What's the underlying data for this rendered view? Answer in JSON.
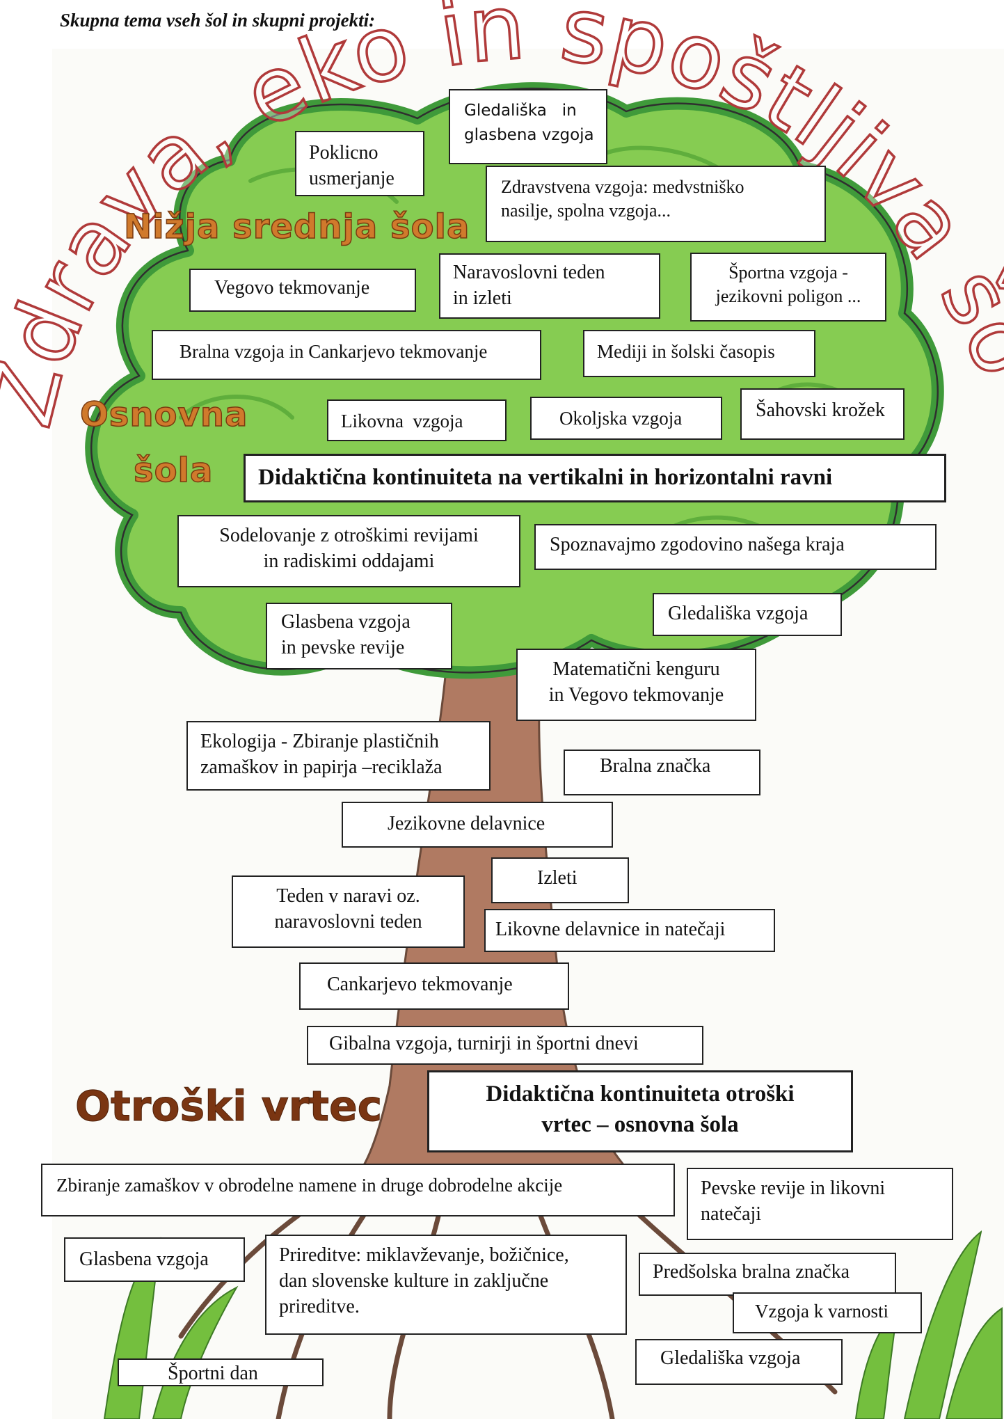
{
  "header": "Skupna tema vseh šol in skupni projekti:",
  "theme_title": "Zdrava, eko in spoštljiva šola!",
  "levels": {
    "nizja_srednja": "Nižja srednja šola",
    "osnovna_1": "Osnovna",
    "osnovna_2": "šola",
    "vrtec": "Otroški vrtec"
  },
  "continuity": {
    "school": "Didaktična kontinuiteta na vertikalni in horizontalni ravni",
    "kindergarten_1": "Didaktična kontinuiteta otroški",
    "kindergarten_2": "vrtec – osnovna šola"
  },
  "boxes": {
    "poklicno": [
      "Poklicno",
      "usmerjanje"
    ],
    "gledaliska_glasbena": [
      "Gledališka   in",
      "glasbena vzgoja"
    ],
    "zdravstvena": [
      "Zdravstvena vzgoja: medvstniško",
      "nasilje, spolna vzgoja..."
    ],
    "vegovo_1": "Vegovo tekmovanje",
    "naravoslovni_izleti": [
      "Naravoslovni teden",
      "in izleti"
    ],
    "sportna_poligon": [
      "Športna vzgoja -",
      "jezikovni poligon ..."
    ],
    "bralna_cankar": "Bralna vzgoja in Cankarjevo tekmovanje",
    "mediji": "Mediji in šolski časopis",
    "likovna": "Likovna  vzgoja",
    "okoljska": "Okoljska vzgoja",
    "sahovski": "Šahovski krožek",
    "sodelovanje": [
      "Sodelovanje z otroškimi revijami",
      "in radiskimi oddajami"
    ],
    "spoznavajmo": "Spoznavajmo zgodovino našega kraja",
    "glasbena_pevske": [
      "Glasbena vzgoja",
      "in pevske revije"
    ],
    "gledaliska_os": "Gledališka vzgoja",
    "kenguru": [
      "Matematični kenguru",
      "in Vegovo tekmovanje"
    ],
    "ekologija": [
      "Ekologija -  Zbiranje plastičnih",
      "zamaškov in papirja –reciklaža"
    ],
    "bralna_znacka": "Bralna značka",
    "jezikovne": "Jezikovne delavnice",
    "izleti": "Izleti",
    "teden_narava": [
      "Teden v naravi oz.",
      "naravoslovni teden"
    ],
    "likovne_delavnice": "Likovne delavnice in natečaji",
    "cankarjevo": "Cankarjevo tekmovanje",
    "gibalna": "Gibalna vzgoja, turnirji in športni dnevi",
    "zbiranje": "Zbiranje zamaškov v obrodelne namene in druge dobrodelne akcije",
    "pevske_likovni": [
      "Pevske revije in likovni",
      "natečaji"
    ],
    "glasbena_vrtec": "Glasbena vzgoja",
    "prireditve": [
      "Prireditve: miklavževanje, božičnice,",
      "dan slovenske kulture in zaključne",
      "prireditve."
    ],
    "predsolska": "Predšolska bralna značka",
    "varnost": "Vzgoja k varnosti",
    "gledaliska_vrtec": "Gledališka vzgoja",
    "sportni_dan": "Športni dan"
  },
  "colors": {
    "foliage": "#86cc52",
    "foliage_dark": "#3f9a3a",
    "trunk": "#b07a62",
    "title_stroke": "#b03a3a",
    "level_orange": "#d07a2c",
    "level_brown": "#7a3512"
  }
}
